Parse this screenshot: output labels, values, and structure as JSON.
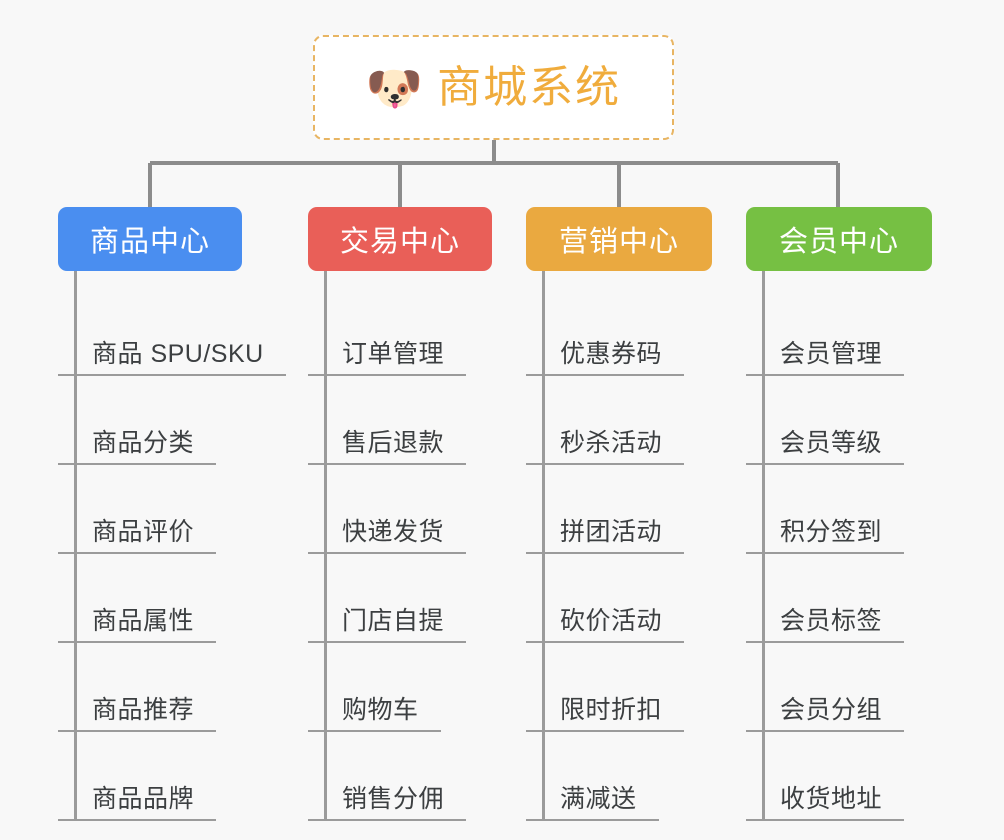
{
  "diagram": {
    "background_color": "#f8f8f8",
    "root": {
      "title": "商城系统",
      "emoji": "🐶",
      "emoji_name": "shiba-dog-face-icon",
      "border_color": "#e8b563",
      "text_color": "#f0ac3c",
      "fill_color": "#ffffff"
    },
    "connector_color": "#8c8c8c",
    "branches": [
      {
        "key": "product-center",
        "title": "商品中心",
        "color": "#4a8ef0",
        "items": [
          "商品 SPU/SKU",
          "商品分类",
          "商品评价",
          "商品属性",
          "商品推荐",
          "商品品牌"
        ]
      },
      {
        "key": "trade-center",
        "title": "交易中心",
        "color": "#e95f58",
        "items": [
          "订单管理",
          "售后退款",
          "快递发货",
          "门店自提",
          "购物车",
          "销售分佣"
        ]
      },
      {
        "key": "marketing-center",
        "title": "营销中心",
        "color": "#eaa940",
        "items": [
          "优惠券码",
          "秒杀活动",
          "拼团活动",
          "砍价活动",
          "限时折扣",
          "满减送"
        ]
      },
      {
        "key": "member-center",
        "title": "会员中心",
        "color": "#76c043",
        "items": [
          "会员管理",
          "会员等级",
          "积分签到",
          "会员标签",
          "会员分组",
          "收货地址"
        ]
      }
    ]
  }
}
